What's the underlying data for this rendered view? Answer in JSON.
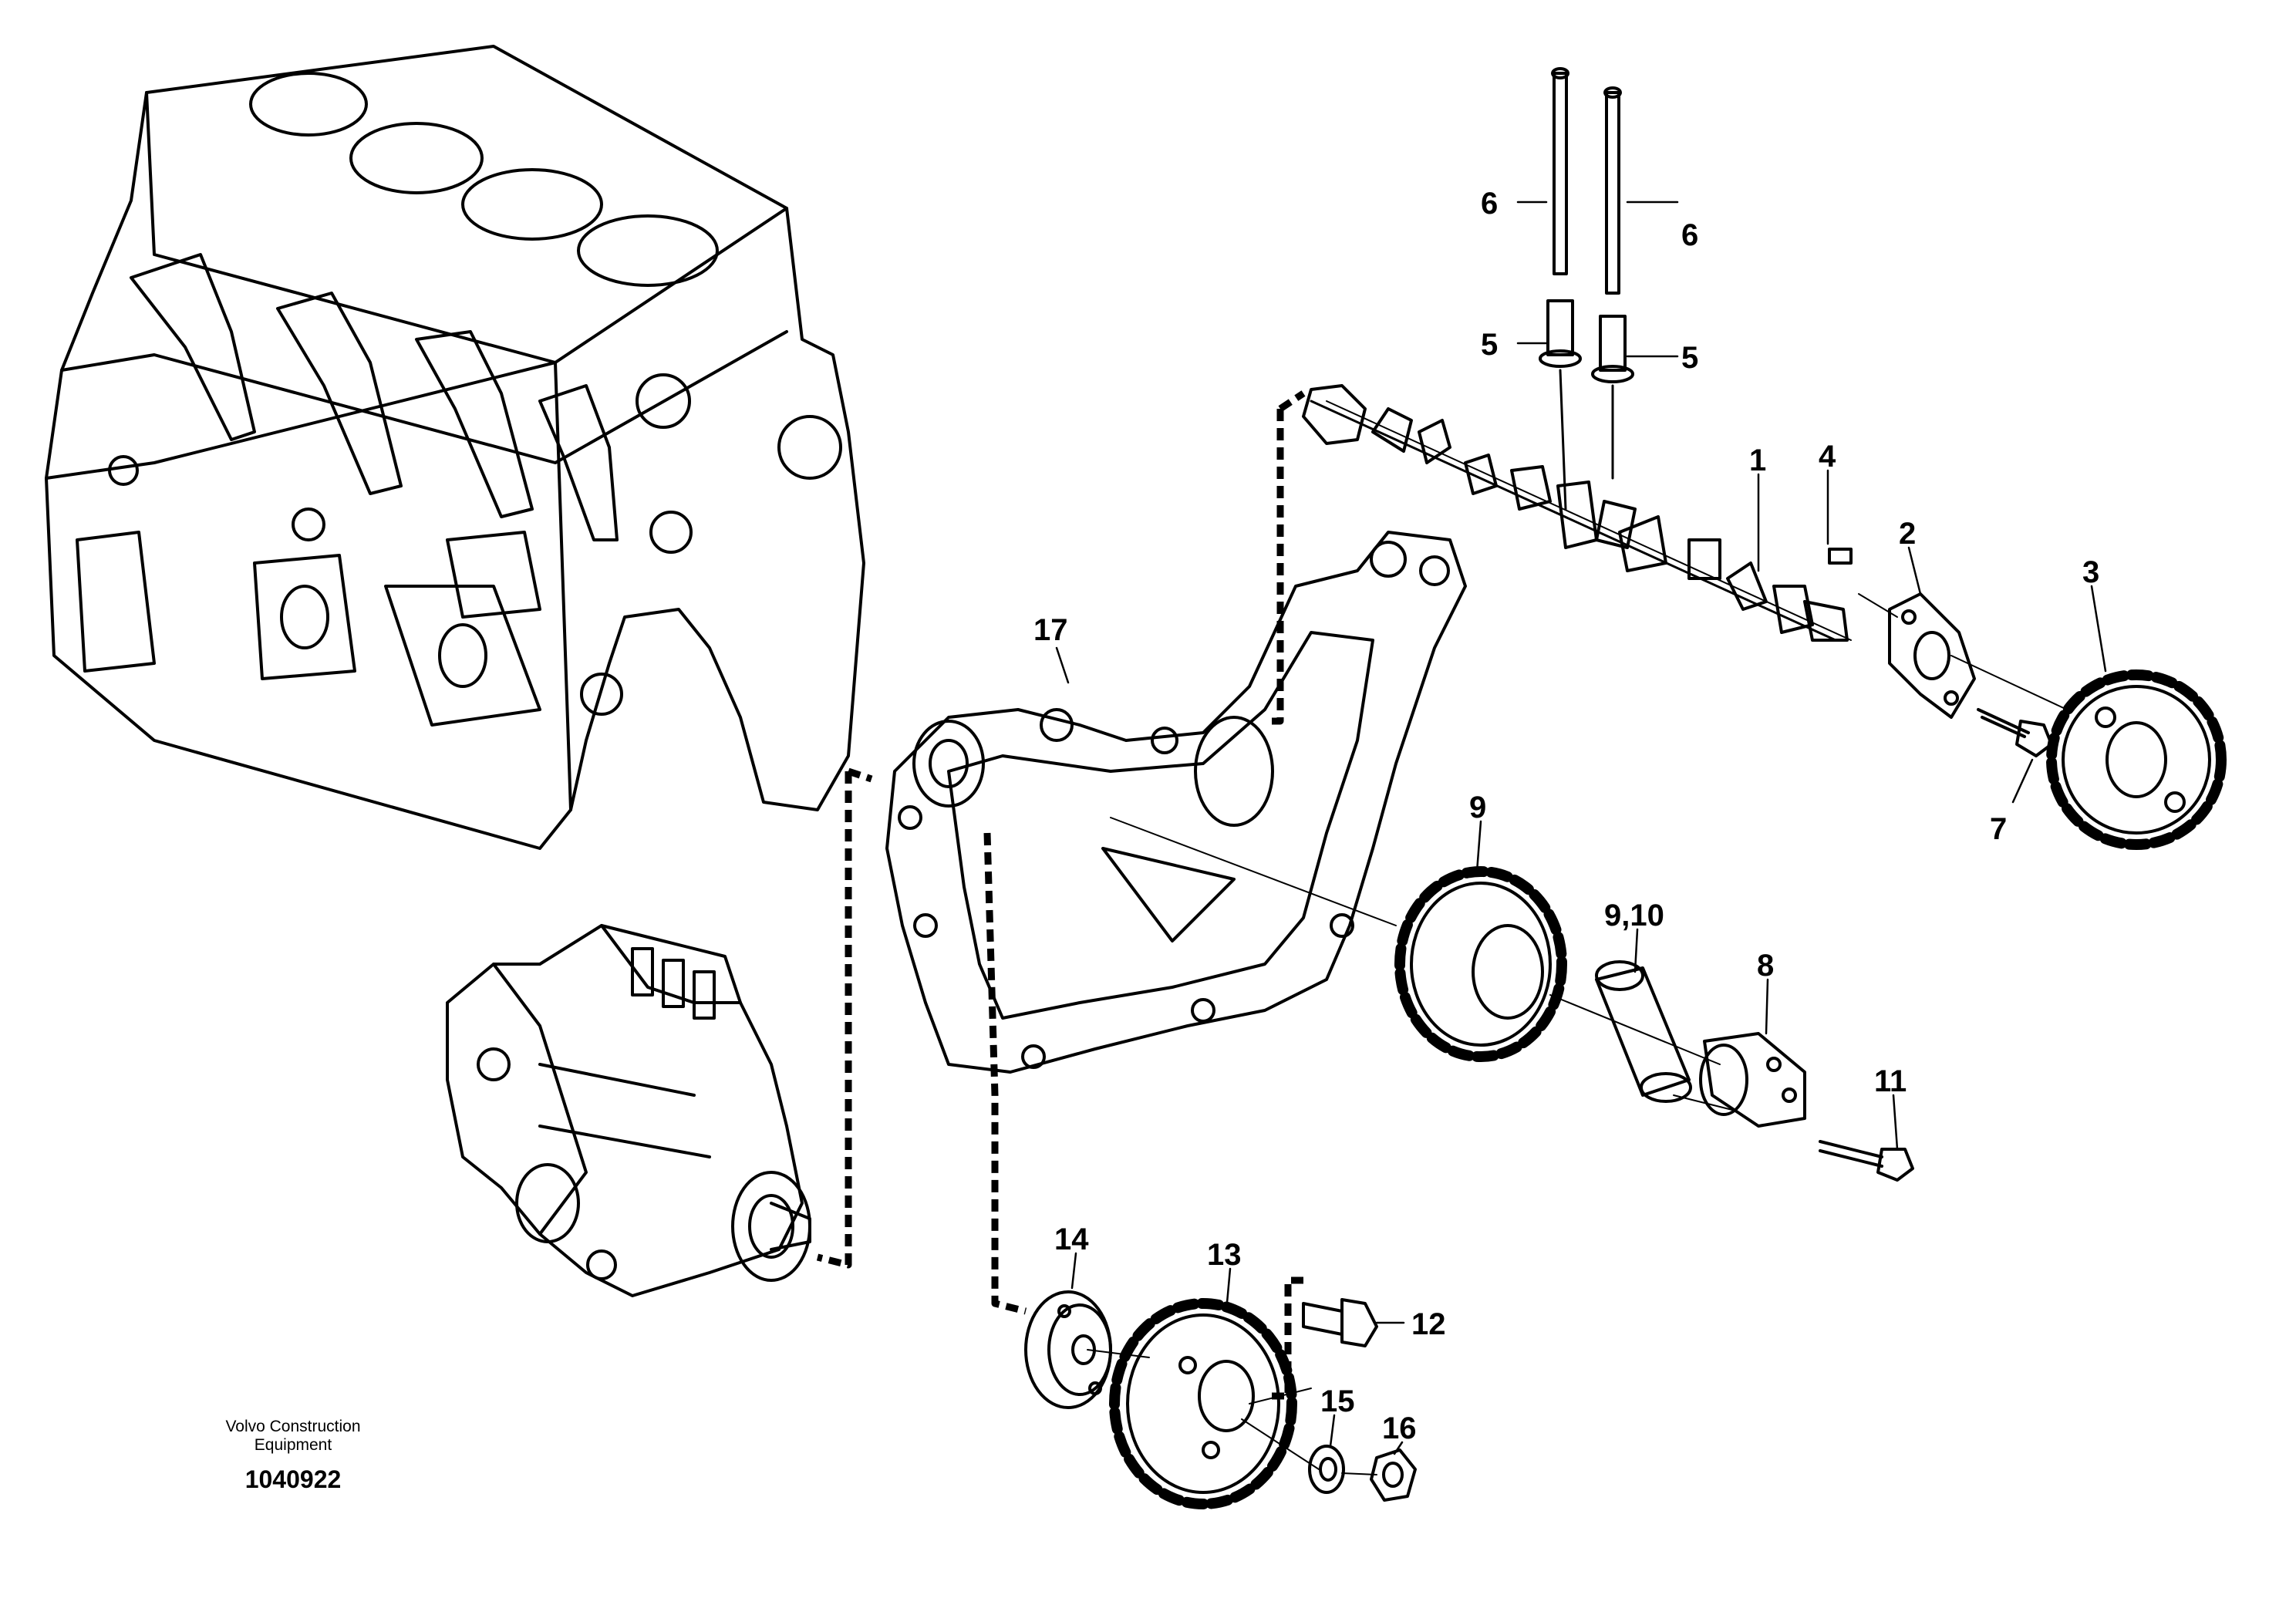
{
  "credit": {
    "line1": "Volvo Construction",
    "line2": "Equipment",
    "drawing_number": "1040922"
  },
  "callouts": {
    "c1": "1",
    "c2": "2",
    "c3": "3",
    "c4": "4",
    "c5a": "5",
    "c5b": "5",
    "c6a": "6",
    "c6b": "6",
    "c7": "7",
    "c8": "8",
    "c9": "9",
    "c910": "9,10",
    "c11": "11",
    "c12": "12",
    "c13": "13",
    "c14": "14",
    "c15": "15",
    "c16": "16",
    "c17": "17"
  }
}
